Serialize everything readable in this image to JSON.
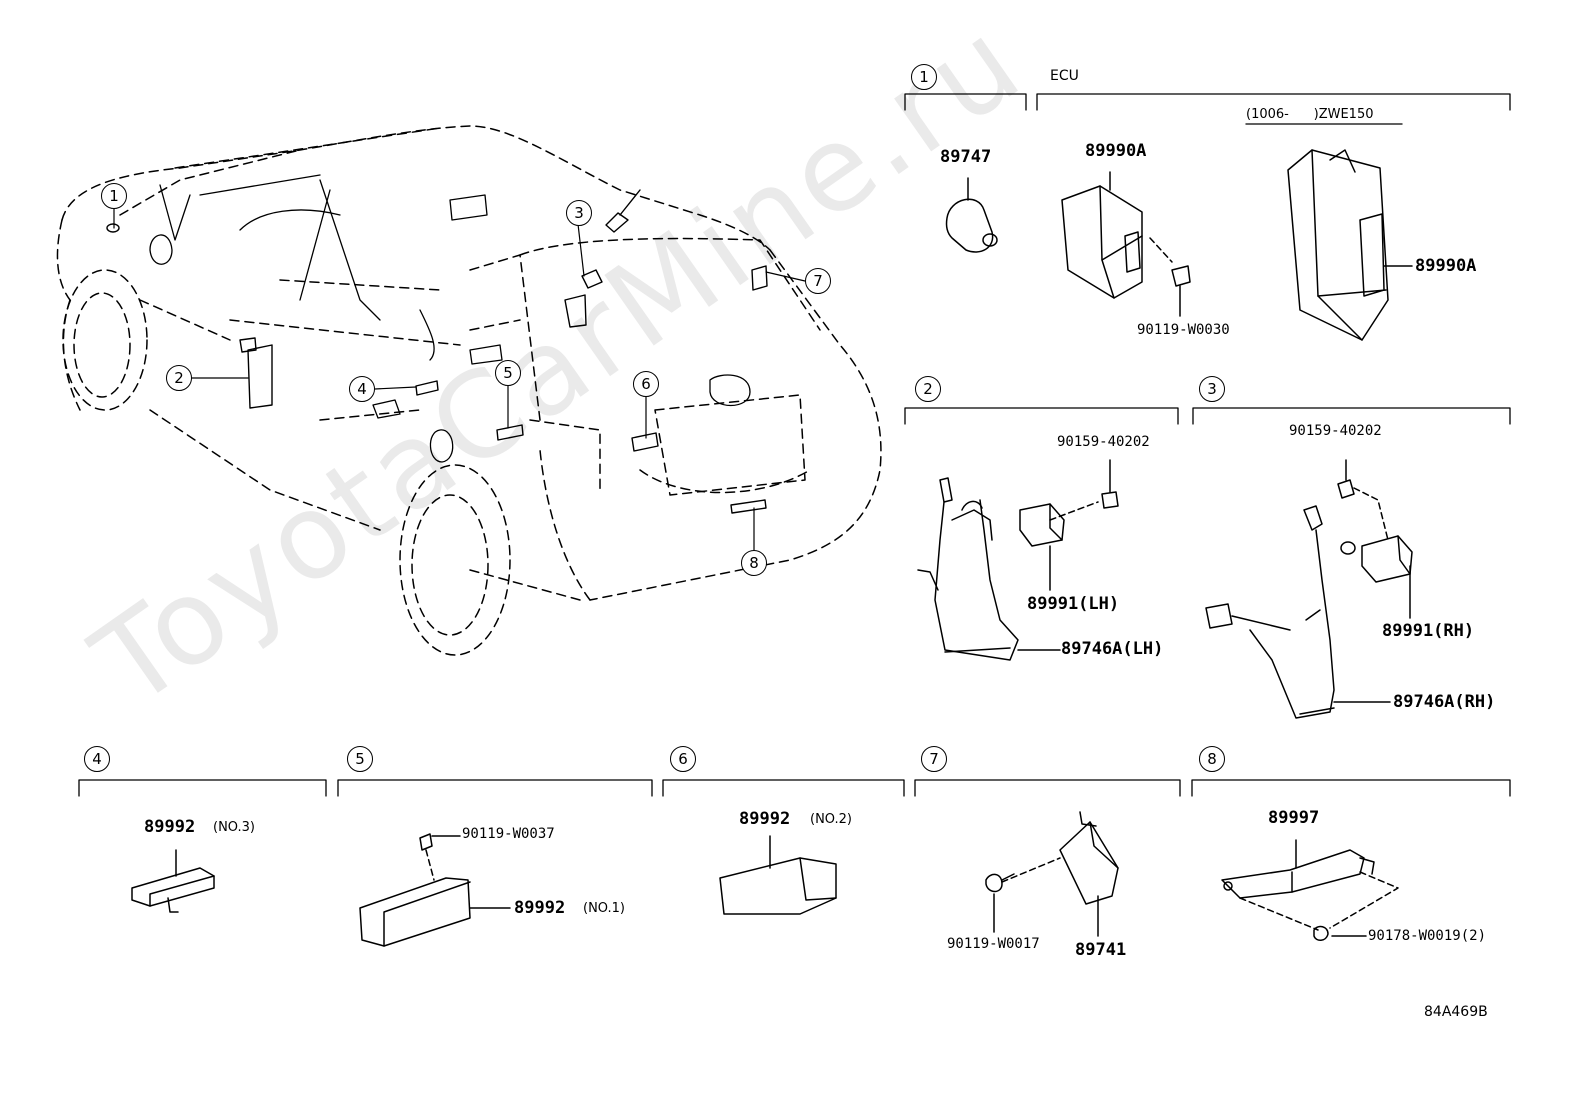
{
  "watermark": "ToyotaCarMine.ru",
  "diagram_code": "84A469B",
  "car_callouts": [
    "1",
    "2",
    "3",
    "4",
    "5",
    "6",
    "7",
    "8"
  ],
  "sections": {
    "s1": {
      "num": "1",
      "parts": [
        "89747"
      ]
    },
    "ecu": {
      "title": "ECU",
      "range": "(1006-      )ZWE150",
      "parts": [
        "89990A",
        "90119-W0030",
        "89990A"
      ]
    },
    "s2": {
      "num": "2",
      "parts": [
        "90159-40202",
        "89991(LH)",
        "89746A(LH)"
      ]
    },
    "s3": {
      "num": "3",
      "parts": [
        "90159-40202",
        "89991(RH)",
        "89746A(RH)"
      ]
    },
    "s4": {
      "num": "4",
      "part": "89992",
      "note": "(NO.3)"
    },
    "s5": {
      "num": "5",
      "bolt": "90119-W0037",
      "part": "89992",
      "note": "(NO.1)"
    },
    "s6": {
      "num": "6",
      "part": "89992",
      "note": "(NO.2)"
    },
    "s7": {
      "num": "7",
      "bolt": "90119-W0017",
      "part": "89741"
    },
    "s8": {
      "num": "8",
      "part": "89997",
      "nut": "90178-W0019(2)"
    }
  }
}
